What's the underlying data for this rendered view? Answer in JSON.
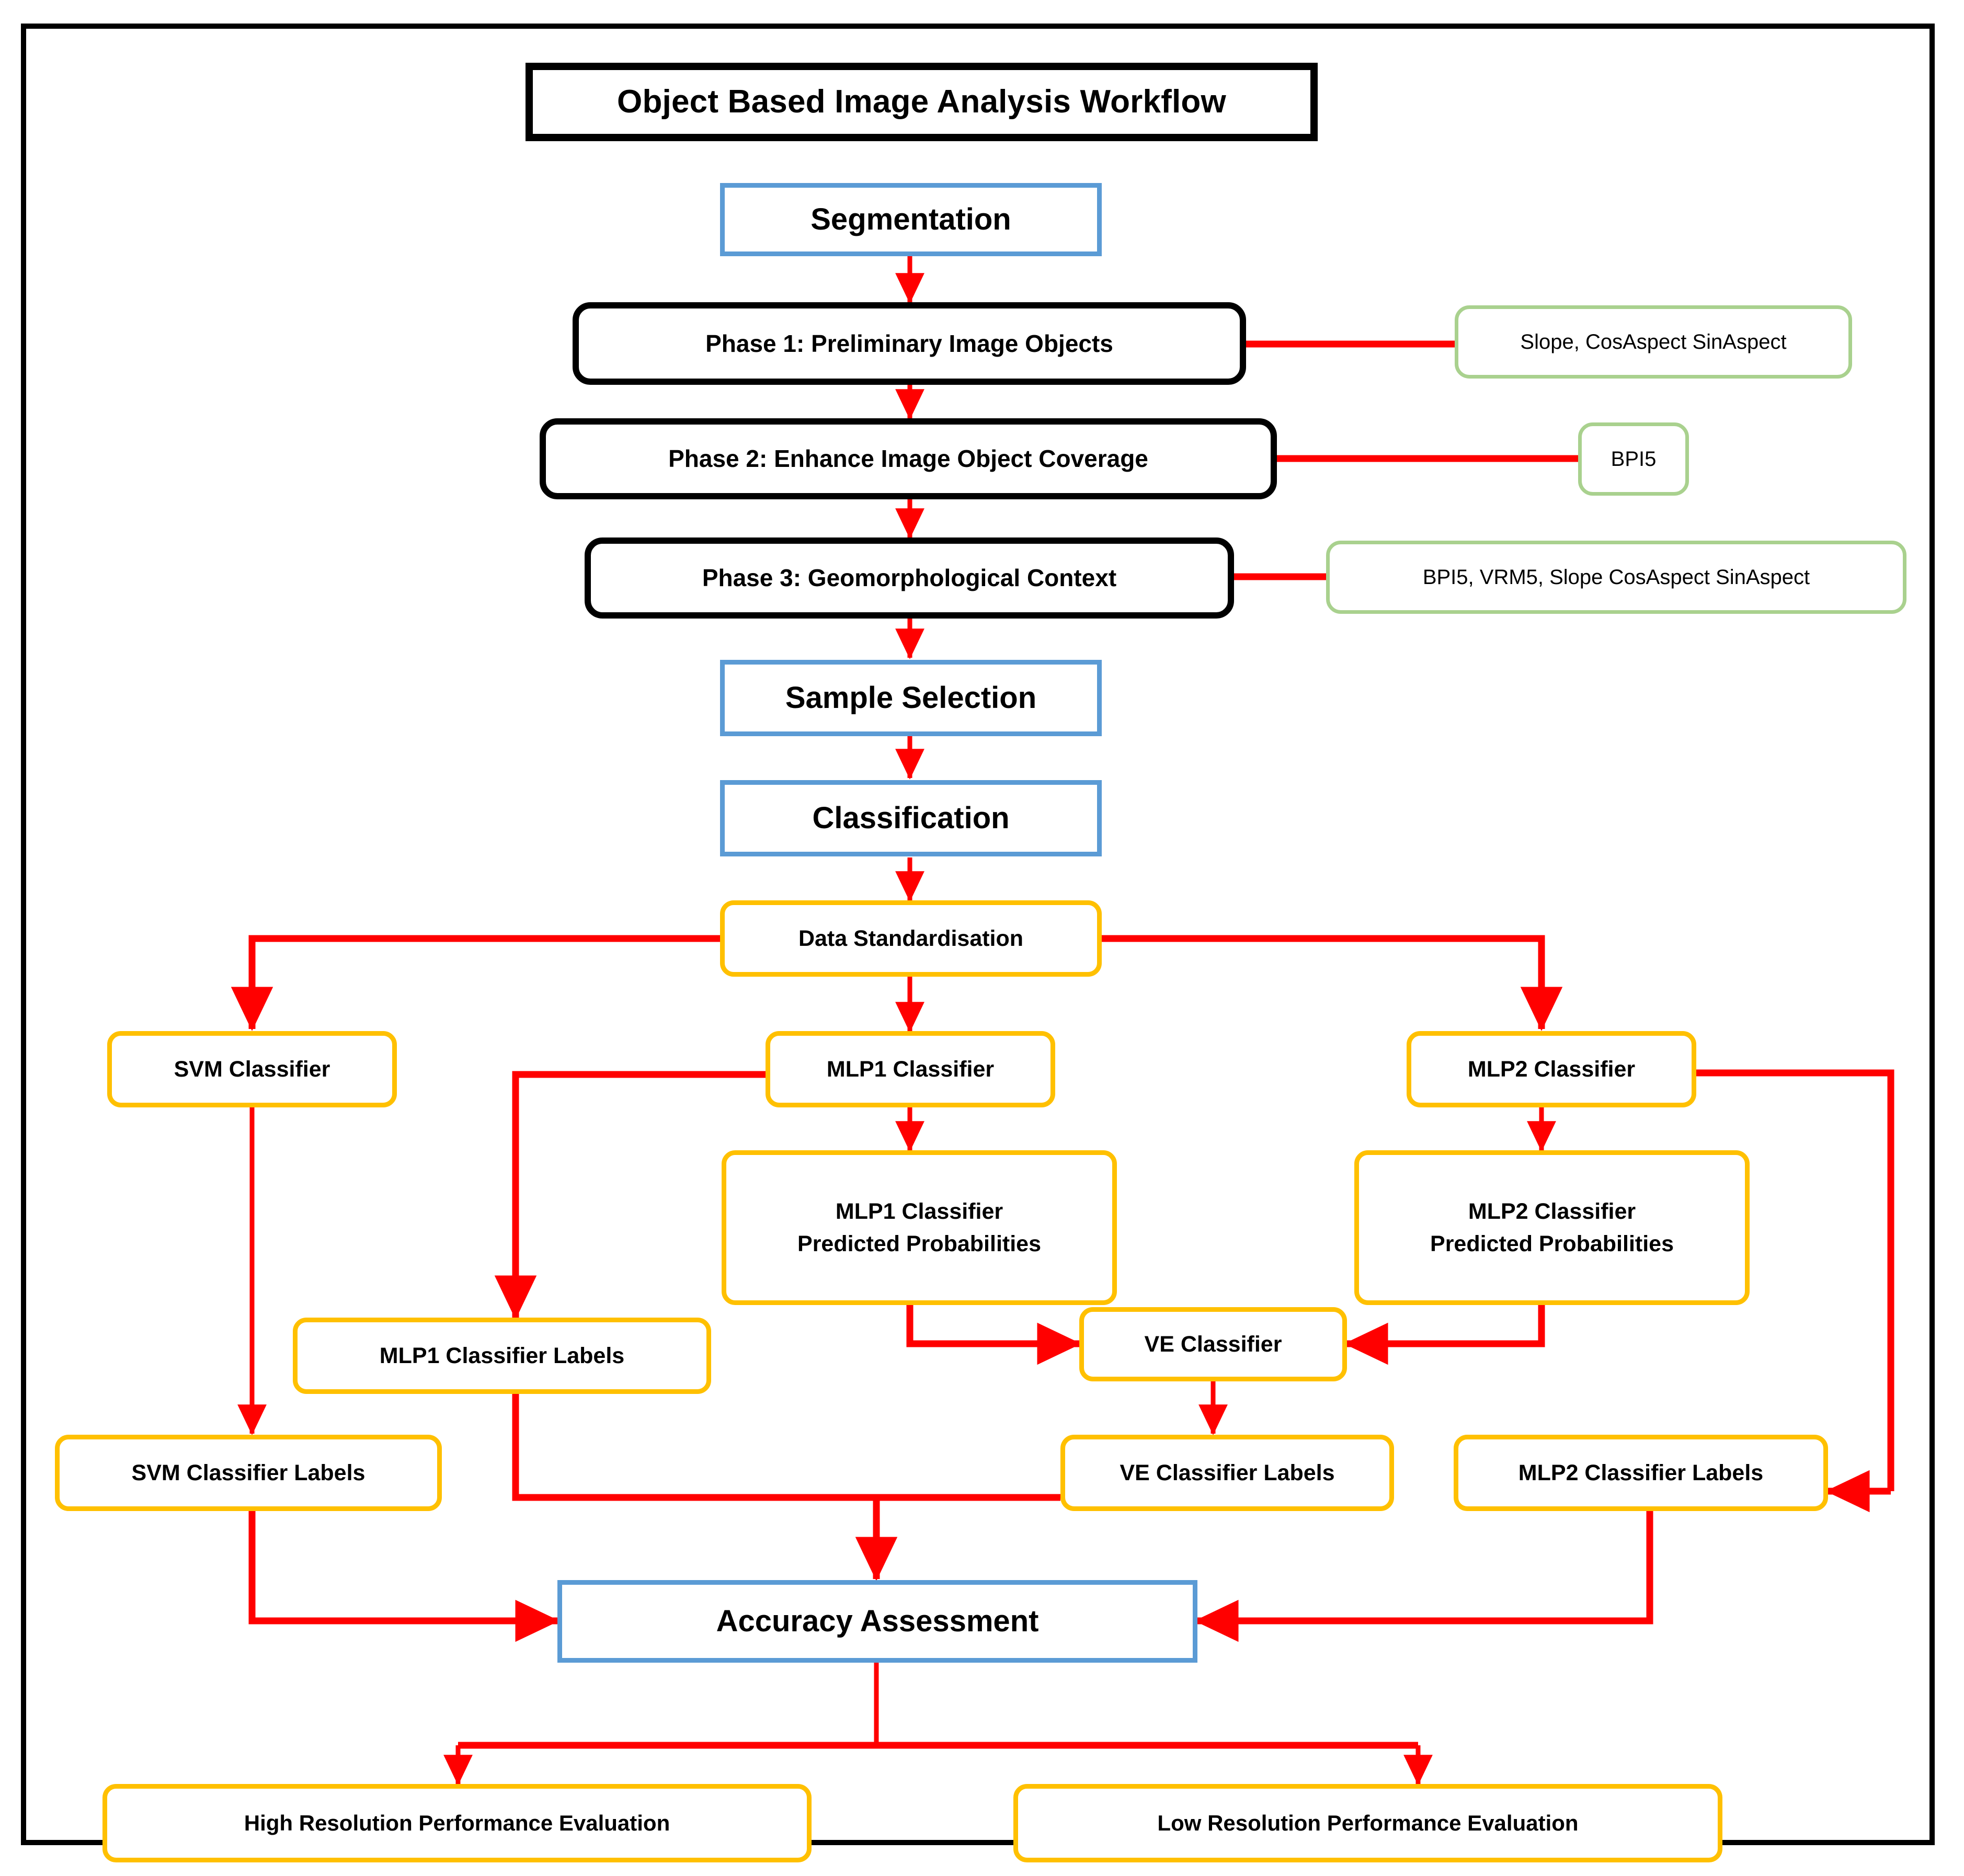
{
  "diagram": {
    "title": "Object Based Image Analysis Workflow",
    "colors": {
      "frame": "#000000",
      "process_blue": "#5B9BD5",
      "phase_black": "#000000",
      "annotation_green": "#A9D18E",
      "classifier_amber": "#FFC000",
      "connector_red": "#FF0000",
      "background": "#FFFFFF"
    },
    "nodes": {
      "segmentation": "Segmentation",
      "phase1": "Phase 1: Preliminary Image Objects",
      "phase1_inputs": "Slope, CosAspect SinAspect",
      "phase2": "Phase 2: Enhance Image Object Coverage",
      "phase2_inputs": "BPI5",
      "phase3": "Phase 3: Geomorphological Context",
      "phase3_inputs": "BPI5, VRM5,  Slope CosAspect SinAspect",
      "sample_selection": "Sample Selection",
      "classification": "Classification",
      "data_standardisation": "Data Standardisation",
      "svm_classifier": "SVM Classifier",
      "mlp1_classifier": "MLP1 Classifier",
      "mlp2_classifier": "MLP2 Classifier",
      "mlp1_probs_line1": "MLP1 Classifier",
      "mlp1_probs_line2": "Predicted Probabilities",
      "mlp2_probs_line1": "MLP2 Classifier",
      "mlp2_probs_line2": "Predicted Probabilities",
      "mlp1_labels": "MLP1 Classifier Labels",
      "ve_classifier": "VE Classifier",
      "svm_labels": "SVM Classifier Labels",
      "ve_labels": "VE Classifier Labels",
      "mlp2_labels": "MLP2 Classifier Labels",
      "accuracy_assessment": "Accuracy Assessment",
      "high_res_eval": "High Resolution Performance Evaluation",
      "low_res_eval": "Low Resolution Performance Evaluation"
    }
  }
}
